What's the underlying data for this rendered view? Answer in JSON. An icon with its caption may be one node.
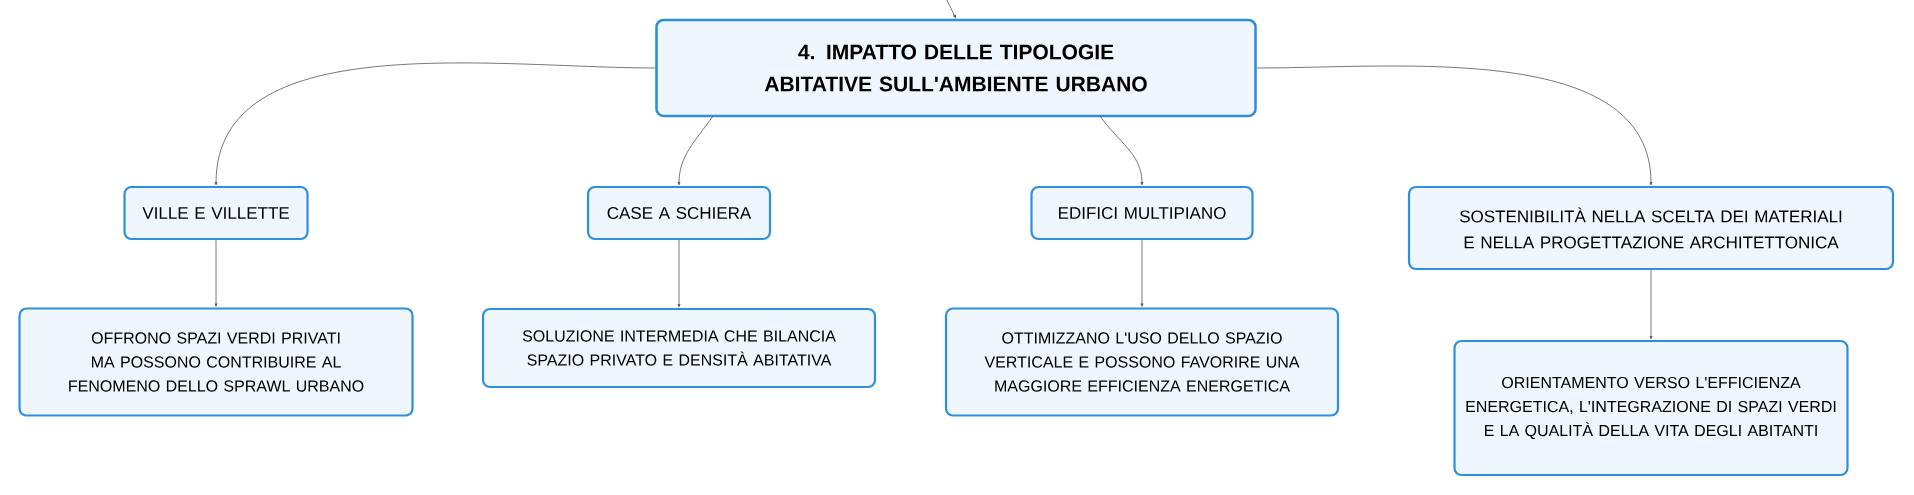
{
  "diagram": {
    "nodes": [
      {
        "text": [
          "4. IMPATTO DELLE TIPOLOGIE ABITATIVE SULL'AMBIENTE URBANO"
        ]
      },
      {
        "text": [
          "VILLE E VILLETTE"
        ]
      },
      {
        "text": [
          "CASE A SCHIERA"
        ]
      },
      {
        "text": [
          "EDIFICI MULTIPIANO"
        ]
      },
      {
        "text": [
          "SOSTENIBILITÀ NELLA SCELTA DEI MATERIALI E NELLA PROGETTAZIONE ARCHITETTONICA"
        ]
      },
      {
        "text": [
          "OFFRONO SPAZI VERDI PRIVATI MA POSSONO CONTRIBUIRE AL FENOMENO DELLO SPRAWL URBANO"
        ]
      },
      {
        "text": [
          "SOLUZIONE INTERMEDIA CHE BILANCIA SPAZIO PRIVATO E DENSITÀ ABITATIVA"
        ]
      },
      {
        "text": [
          "OTTIMIZZANO L'USO DELLO SPAZIO VERTICALE E POSSONO FAVORIRE UNA MAGGIORE EFFICIENZA ENERGETICA"
        ]
      },
      {
        "text": [
          "ORIENTAMENTO VERSO L'EFFICIENZA ENERGETICA, L'INTEGRAZIONE DI SPAZI VERDI E LA QUALITÀ DELLA VITA DEGLI ABITANTI"
        ]
      }
    ],
    "edges": [
      {
        "from": null,
        "to": 0,
        "arrow": "to"
      },
      {
        "from": 0,
        "to": 1,
        "arrow": "to"
      },
      {
        "from": 0,
        "to": 2,
        "arrow": "to"
      },
      {
        "from": 0,
        "to": 3,
        "arrow": "to"
      },
      {
        "from": 0,
        "to": 4,
        "arrow": "to"
      },
      {
        "from": 1,
        "to": 5,
        "arrow": "to"
      },
      {
        "from": 2,
        "to": 6,
        "arrow": "to"
      },
      {
        "from": 3,
        "to": 7,
        "arrow": "to"
      },
      {
        "from": 4,
        "to": 8,
        "arrow": "to"
      }
    ]
  }
}
